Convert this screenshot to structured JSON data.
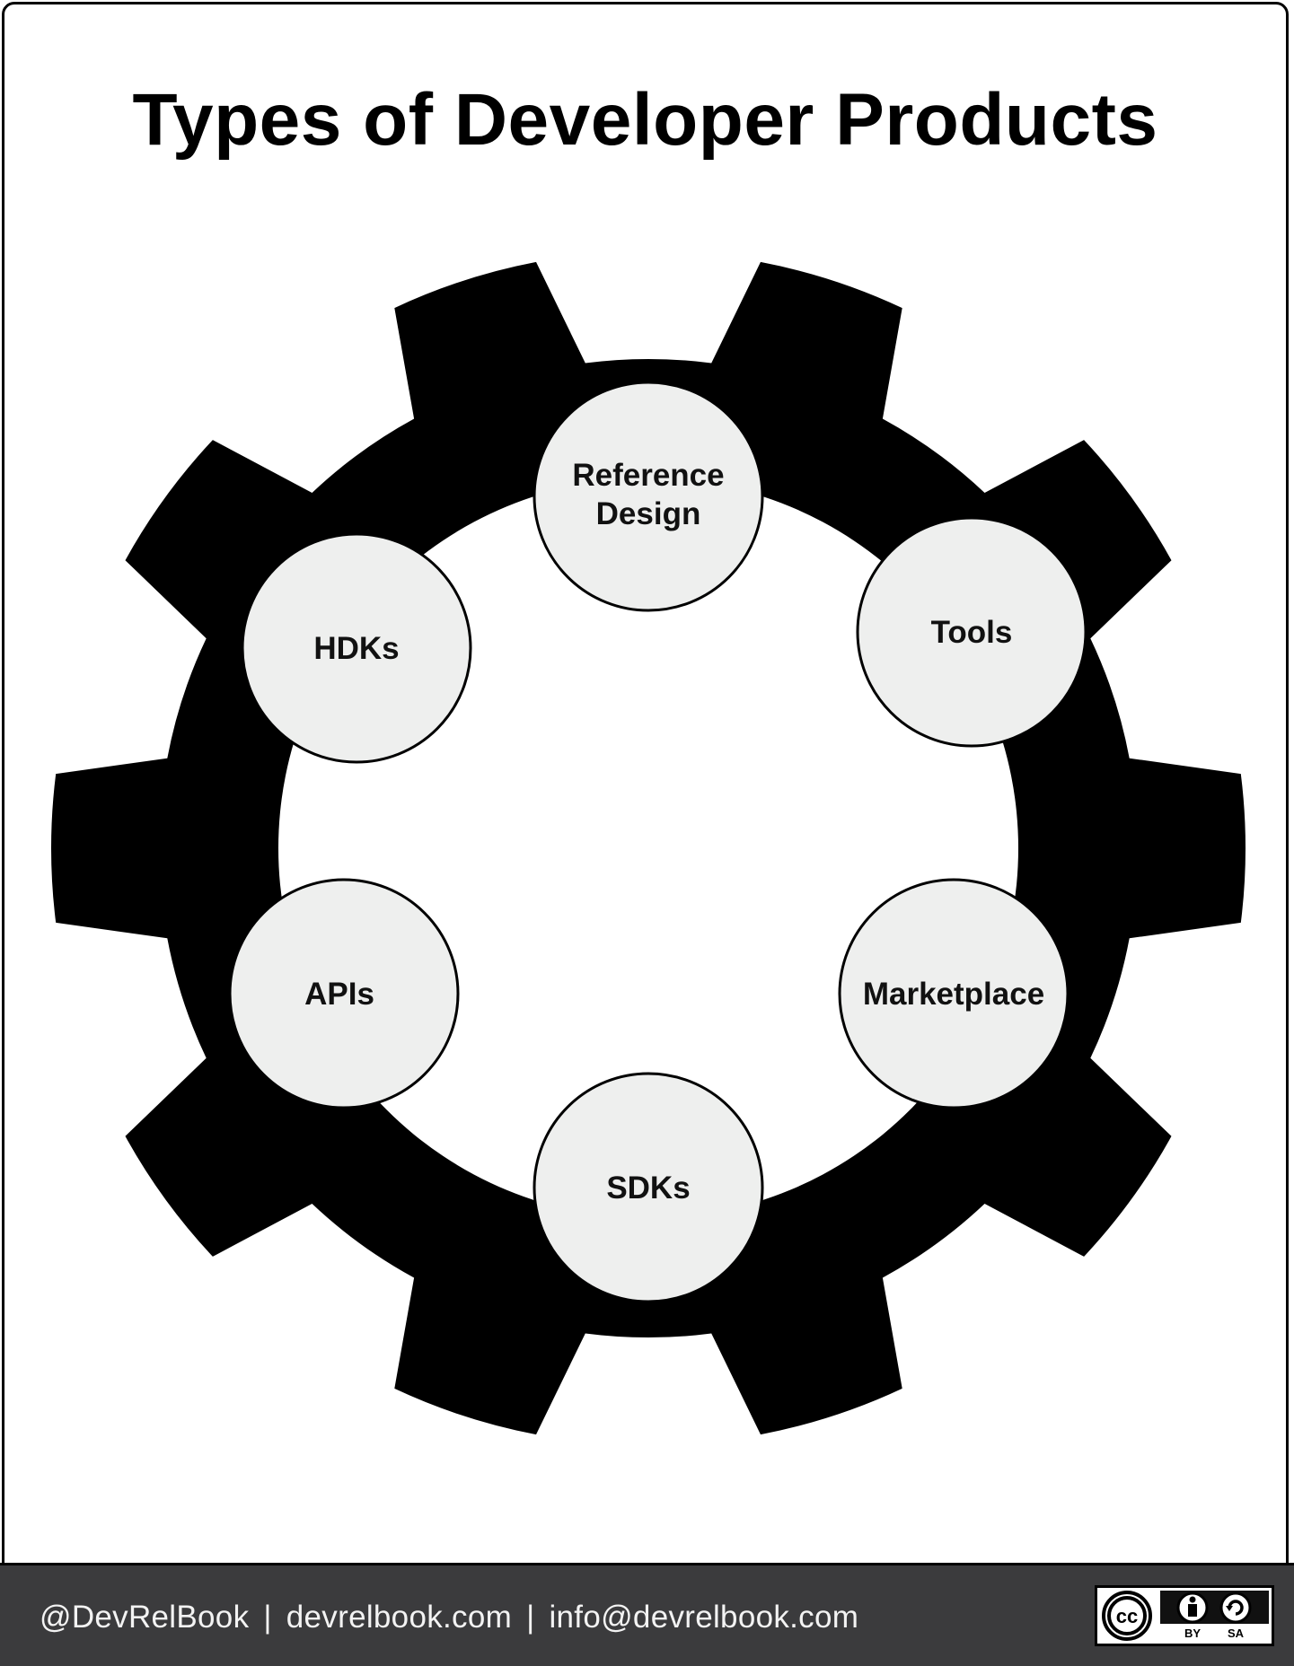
{
  "title": "Types of Developer Products",
  "nodes": [
    {
      "id": "reference-design",
      "lines": [
        "Reference",
        "Design"
      ]
    },
    {
      "id": "tools",
      "lines": [
        "Tools"
      ]
    },
    {
      "id": "marketplace",
      "lines": [
        "Marketplace"
      ]
    },
    {
      "id": "sdks",
      "lines": [
        "SDKs"
      ]
    },
    {
      "id": "apis",
      "lines": [
        "APIs"
      ]
    },
    {
      "id": "hdks",
      "lines": [
        "HDKs"
      ]
    }
  ],
  "footer": {
    "handle": "@DevRelBook",
    "separator": "|",
    "website": "devrelbook.com",
    "email": "info@devrelbook.com"
  },
  "license": {
    "cc": "cc",
    "by": "BY",
    "sa": "SA"
  },
  "colors": {
    "gear": "#000000",
    "node_fill": "#eeefee",
    "footer_bg": "#3b3b3d"
  }
}
